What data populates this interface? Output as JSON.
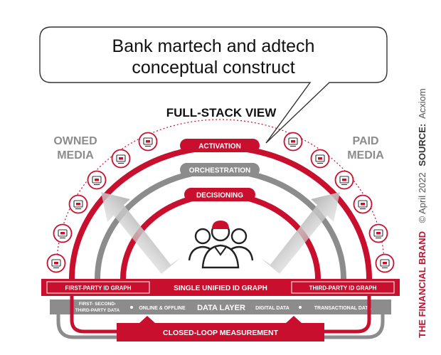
{
  "callout": {
    "line1": "Bank martech and adtech",
    "line2": "conceptual construct"
  },
  "heading": "FULL-STACK VIEW",
  "owned_label": {
    "line1": "OWNED",
    "line2": "MEDIA"
  },
  "paid_label": {
    "line1": "PAID",
    "line2": "MEDIA"
  },
  "arcs": {
    "activation": "ACTIVATION",
    "orchestration": "ORCHESTRATION",
    "decisioning": "DECISIONING"
  },
  "id_graph": {
    "first_party": "FIRST-PARTY ID GRAPH",
    "unified": "SINGLE UNIFIED ID GRAPH",
    "third_party": "THIRD-PARTY ID GRAPH"
  },
  "data_layer": {
    "title": "DATA LAYER",
    "first_second_line1": "FIRST- SECOND-",
    "first_second_line2": "THIRD-PARTY DATA",
    "online_offline": "ONLINE & OFFLINE",
    "digital": "DIGITAL DATA",
    "transactional": "TRANSACTIONAL DATA"
  },
  "measurement": "CLOSED-LOOP MEASUREMENT",
  "side": {
    "brand": "THE FINANCIAL BRAND",
    "copy": "© April 2022",
    "source_label": "SOURCE:",
    "source": "Acxiom"
  },
  "icons": {
    "owned": [
      "agent-icon",
      "mobile-alert-icon",
      "document-icon",
      "email-icon",
      "mobile-shop-icon",
      "laptop-video-icon"
    ],
    "paid": [
      "browser-icon",
      "social-icon",
      "tv-icon",
      "megaphone-icon",
      "display-ad-icon",
      "billboard-icon"
    ]
  },
  "colors": {
    "red": "#c8102e",
    "dark_red": "#a50d22",
    "gray": "#8c8c8c",
    "dark": "#222222"
  }
}
